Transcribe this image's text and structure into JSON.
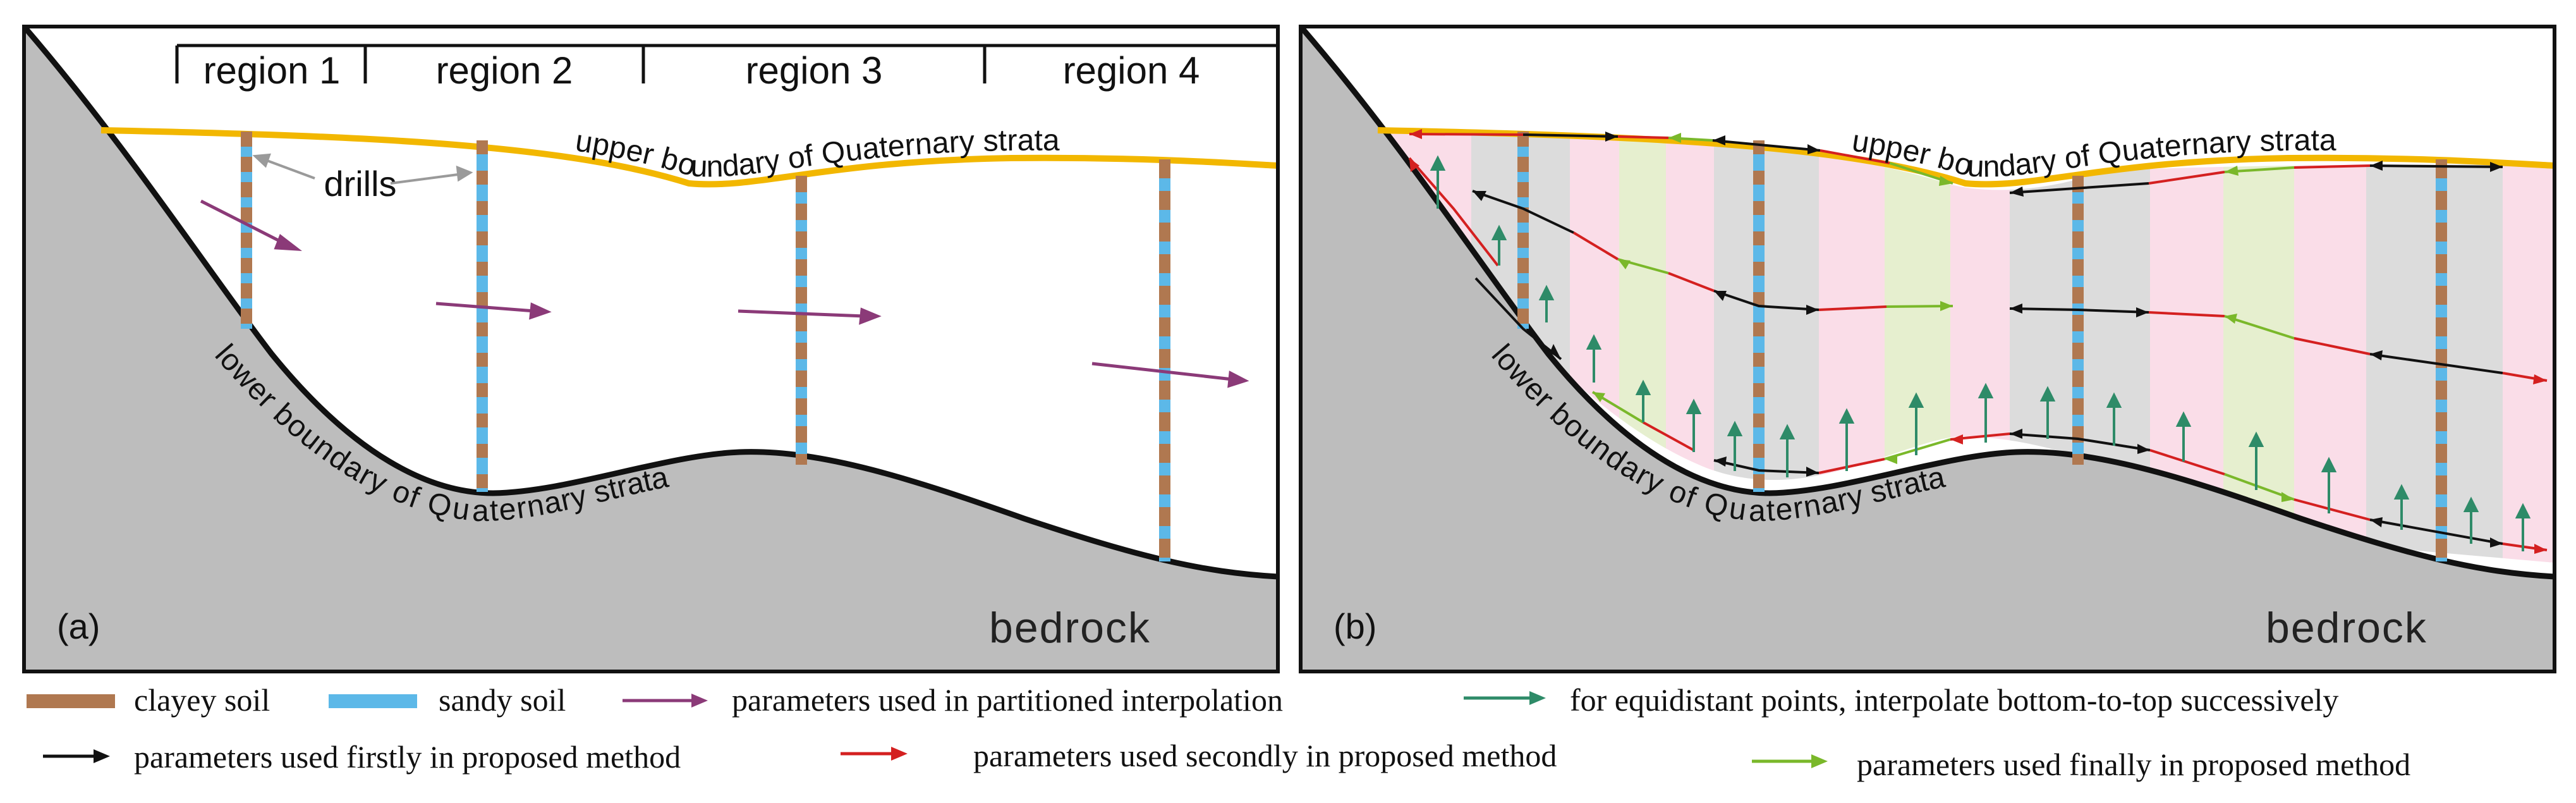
{
  "panel_a": {
    "label": "(a)",
    "regions": [
      "region 1",
      "region 2",
      "region 3",
      "region 4"
    ],
    "drills_label": "drills",
    "upper_boundary": "upper boundary of Quaternary strata",
    "lower_boundary": "lower boundary of Quaternary strata",
    "bedrock": "bedrock"
  },
  "panel_b": {
    "label": "(b)",
    "upper_boundary": "upper boundary of Quaternary strata",
    "lower_boundary": "lower boundary of Quaternary strata",
    "bedrock": "bedrock"
  },
  "legend": {
    "clayey": "clayey soil",
    "sandy": "sandy soil",
    "partitioned": "parameters used in partitioned interpolation",
    "equidistant": "for equidistant points, interpolate bottom-to-top successively",
    "firstly": "parameters used firstly in proposed method",
    "secondly": "parameters used secondly in proposed method",
    "finally": "parameters used finally in proposed method"
  },
  "colors": {
    "clayey": "#b07850",
    "sandy": "#5cb8e8",
    "partitioned": "#8b3a78",
    "equidistant": "#2e8b68",
    "firstly": "#111111",
    "secondly": "#d42020",
    "finally": "#7ab82a",
    "upper_boundary": "#f2b700",
    "bedrock": "#bdbdbd",
    "band_gray": "#dcdcdc",
    "band_pink": "#fadde8",
    "band_green": "#e6efcf"
  }
}
